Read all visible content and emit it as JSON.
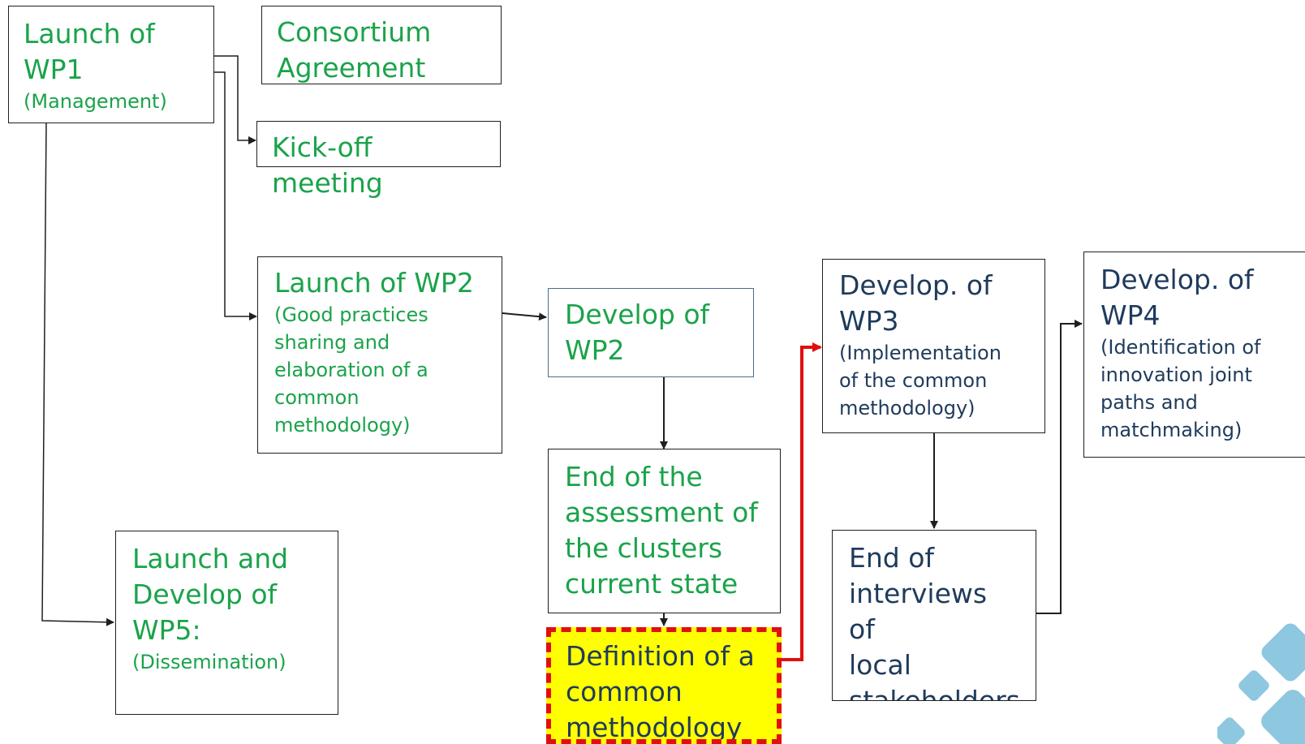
{
  "nodes": {
    "wp1": {
      "title": "Launch of\nWP1",
      "sub": "(Management)"
    },
    "consortium": {
      "title": "Consortium\nAgreement"
    },
    "kickoff": {
      "title": "Kick-off\nmeeting"
    },
    "wp2_launch": {
      "title": "Launch of WP2",
      "sub": "(Good practices\nsharing and\nelaboration of a\ncommon\nmethodology)"
    },
    "wp2_develop": {
      "title": "Develop of\nWP2"
    },
    "assessment_end": {
      "title": "End of the\nassessment of\nthe clusters\ncurrent state"
    },
    "methodology_def": {
      "title": "Definition of a\ncommon\nmethodology"
    },
    "wp3": {
      "title": "Develop. of\nWP3",
      "sub": "(Implementation\nof the common\nmethodology)"
    },
    "interviews_end": {
      "title": "End of\ninterviews of\nlocal\nstakeholders"
    },
    "wp4": {
      "title": "Develop. of\nWP4",
      "sub": "(Identification of\ninnovation joint\n paths and\nmatchmaking)"
    },
    "wp5": {
      "title": "Launch and\nDevelop of\nWP5:",
      "sub": "(Dissemination)"
    }
  },
  "colors": {
    "green_text": "#1aa34a",
    "navy_text": "#1f3b5c",
    "highlight_fill": "#ffff00",
    "highlight_border": "#e10f0f",
    "arrow": "#1f1f1f",
    "critical_arrow": "#e10f0f",
    "deco_shapes": "#8ec7e0"
  }
}
